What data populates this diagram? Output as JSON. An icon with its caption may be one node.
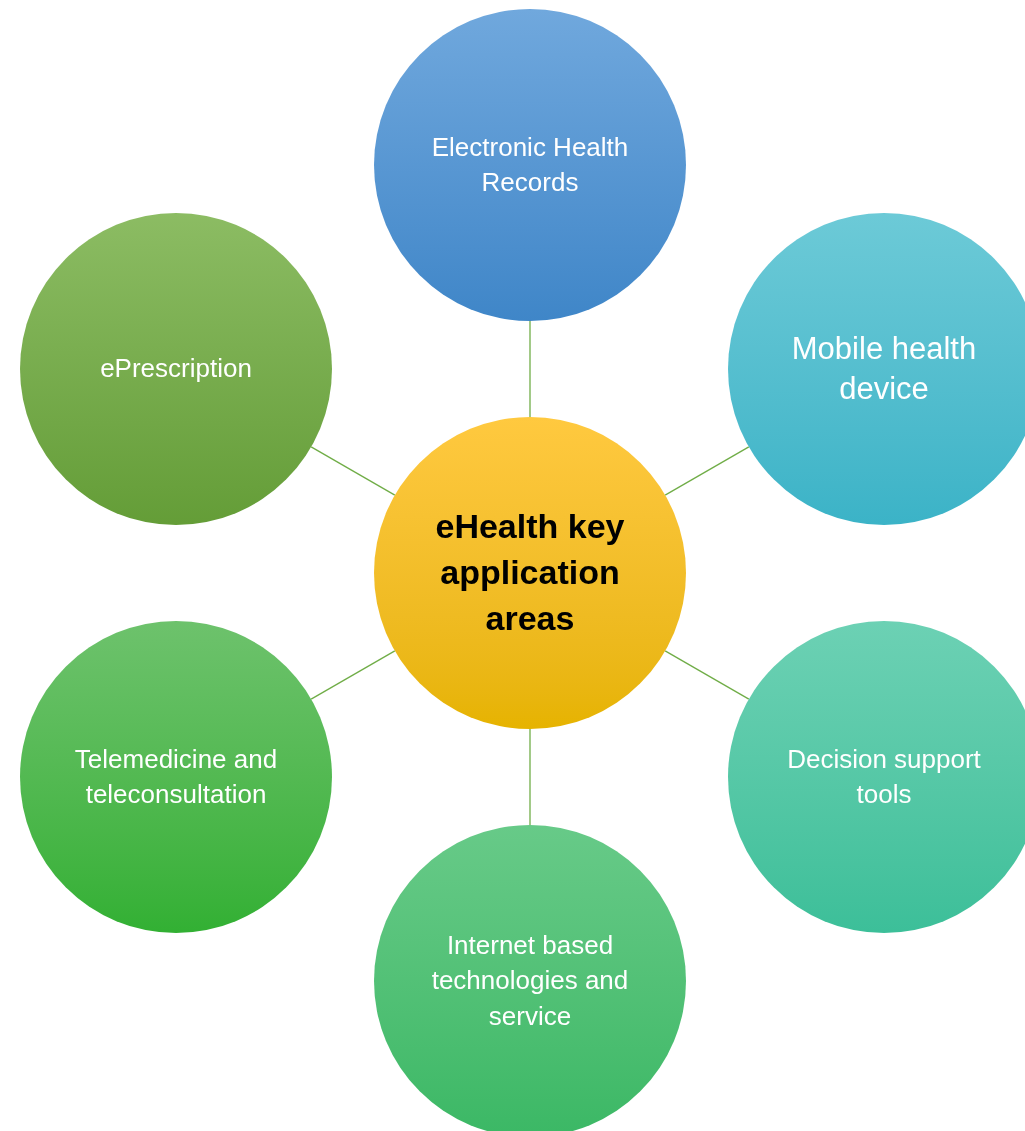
{
  "diagram": {
    "nodes": [
      {
        "text": [
          "eHealth key application areas"
        ]
      },
      {
        "text": [
          "Electronic Health Records"
        ]
      },
      {
        "text": [
          "Mobile health device"
        ]
      },
      {
        "text": [
          "Decision support tools"
        ]
      },
      {
        "text": [
          "Internet based technologies and service"
        ]
      },
      {
        "text": [
          "Telemedicine and teleconsultation"
        ]
      },
      {
        "text": [
          "ePrescription"
        ]
      }
    ],
    "edges": [
      {
        "from": 0,
        "to": 1,
        "arrow": "none"
      },
      {
        "from": 0,
        "to": 2,
        "arrow": "none"
      },
      {
        "from": 0,
        "to": 3,
        "arrow": "none"
      },
      {
        "from": 0,
        "to": 4,
        "arrow": "none"
      },
      {
        "from": 0,
        "to": 5,
        "arrow": "none"
      },
      {
        "from": 0,
        "to": 6,
        "arrow": "none"
      }
    ]
  }
}
